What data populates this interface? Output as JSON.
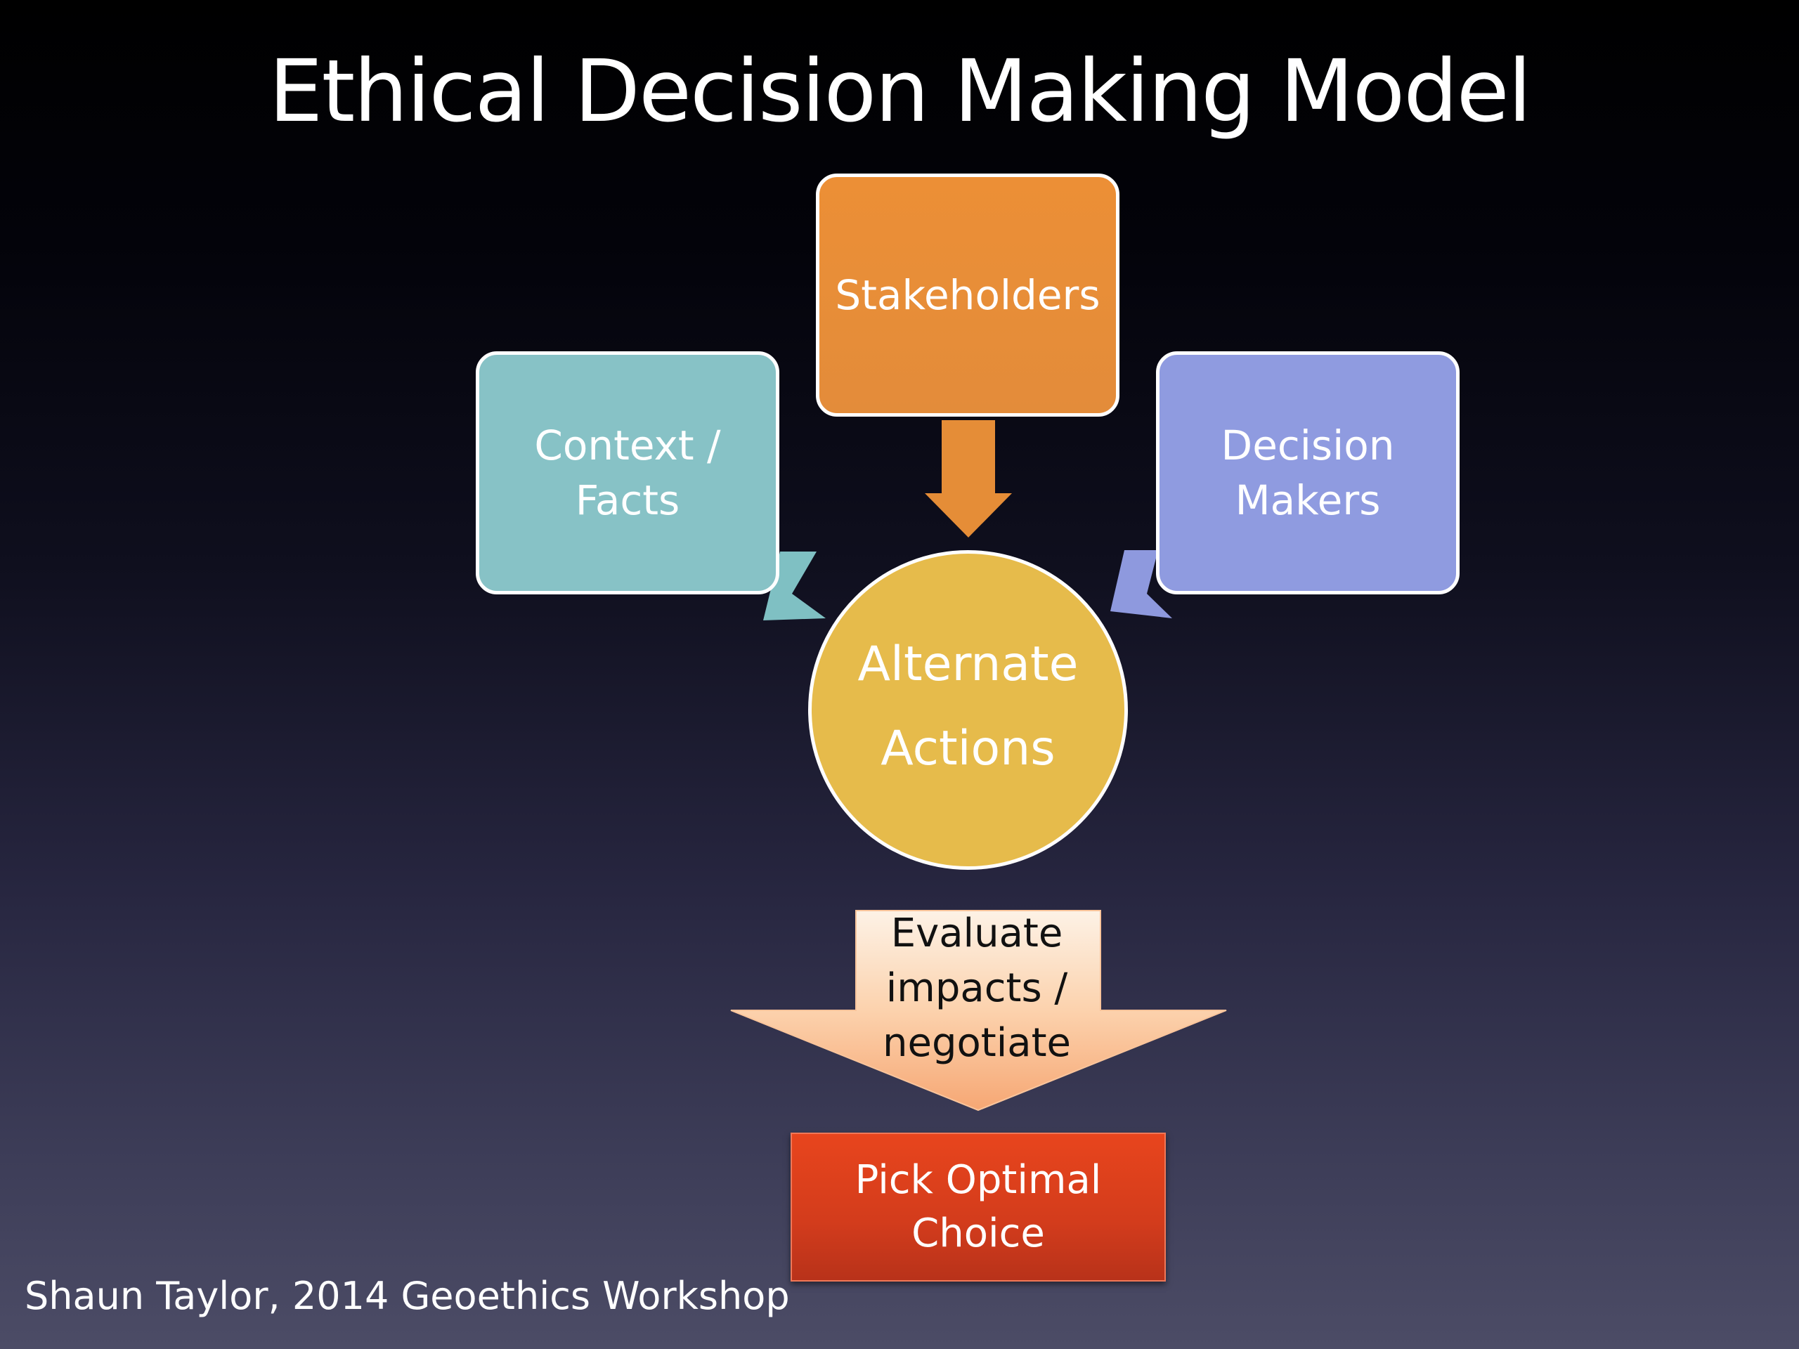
{
  "slide": {
    "title": "Ethical Decision Making Model",
    "credit": "Shaun Taylor, 2014 Geoethics Workshop"
  },
  "diagram": {
    "context_box": {
      "line1": "Context /",
      "line2": "Facts"
    },
    "stakeholders_box": {
      "label": "Stakeholders"
    },
    "decision_makers_box": {
      "line1": "Decision",
      "line2": "Makers"
    },
    "actions_circle": {
      "line1": "Alternate",
      "line2": "Actions"
    },
    "evaluate_arrow": {
      "line1": "Evaluate",
      "line2": "impacts /",
      "line3": "negotiate"
    },
    "pick_box": {
      "line1": "Pick Optimal",
      "line2": "Choice"
    }
  },
  "colors": {
    "context": "#87c2c6",
    "stakeholders": "#e88d37",
    "decision_makers": "#8f9be0",
    "actions": "#e6bb4b",
    "evaluate": "#f9b88a",
    "pick": "#d93e1c"
  }
}
